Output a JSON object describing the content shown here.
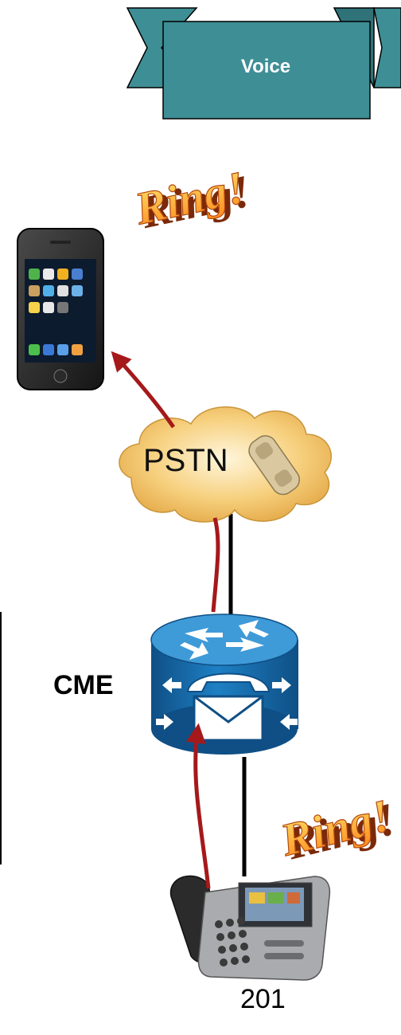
{
  "banner": {
    "label": "Voice",
    "fill": "#3e8e95"
  },
  "ring_bursts": [
    "Ring!",
    "Ring!"
  ],
  "cloud": {
    "label": "PSTN",
    "fill": "#f2c060"
  },
  "router": {
    "label": "CME",
    "fill": "#1a6fae"
  },
  "ip_phone": {
    "extension": "201"
  },
  "colors": {
    "call_arrow": "#a5191b",
    "link": "#000000",
    "ring": "#e8601a"
  },
  "icons": [
    "smartphone-icon",
    "cloud-icon",
    "handset-icon",
    "voice-router-icon",
    "ip-phone-icon"
  ]
}
